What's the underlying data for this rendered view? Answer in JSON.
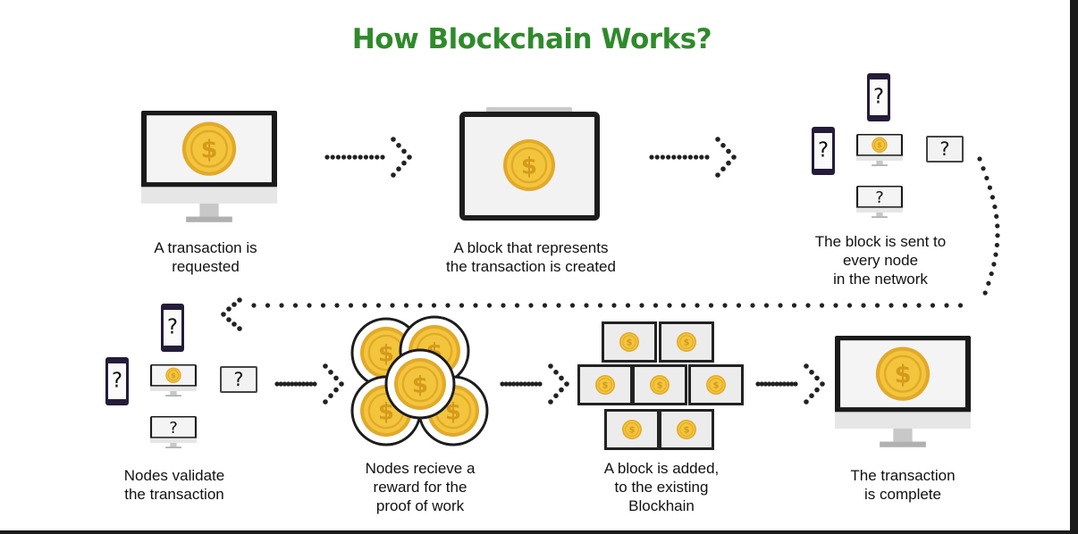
{
  "title": "How Blockchain Works?",
  "coin_symbol": "$",
  "unknown_symbol": "?",
  "colors": {
    "title": "#2f8a2b",
    "coin_fill": "#f2c53d",
    "coin_rim": "#e2a92a",
    "coin_symbol": "#d59a1c",
    "device_frame": "#1a1a1a",
    "device_stand": "#c8c8c8",
    "dots": "#222222"
  },
  "steps": [
    {
      "id": "step-1",
      "caption": "A transaction is\nrequested"
    },
    {
      "id": "step-2",
      "caption": "A block that represents\nthe transaction is created"
    },
    {
      "id": "step-3",
      "caption": "The block is sent to\nevery node\nin the network"
    },
    {
      "id": "step-4",
      "caption": "Nodes validate\nthe transaction"
    },
    {
      "id": "step-5",
      "caption": "Nodes recieve a\nreward for the\nproof of work"
    },
    {
      "id": "step-6",
      "caption": "A block is added,\nto the existing\nBlockhain"
    },
    {
      "id": "step-7",
      "caption": "The transaction\nis complete"
    }
  ]
}
